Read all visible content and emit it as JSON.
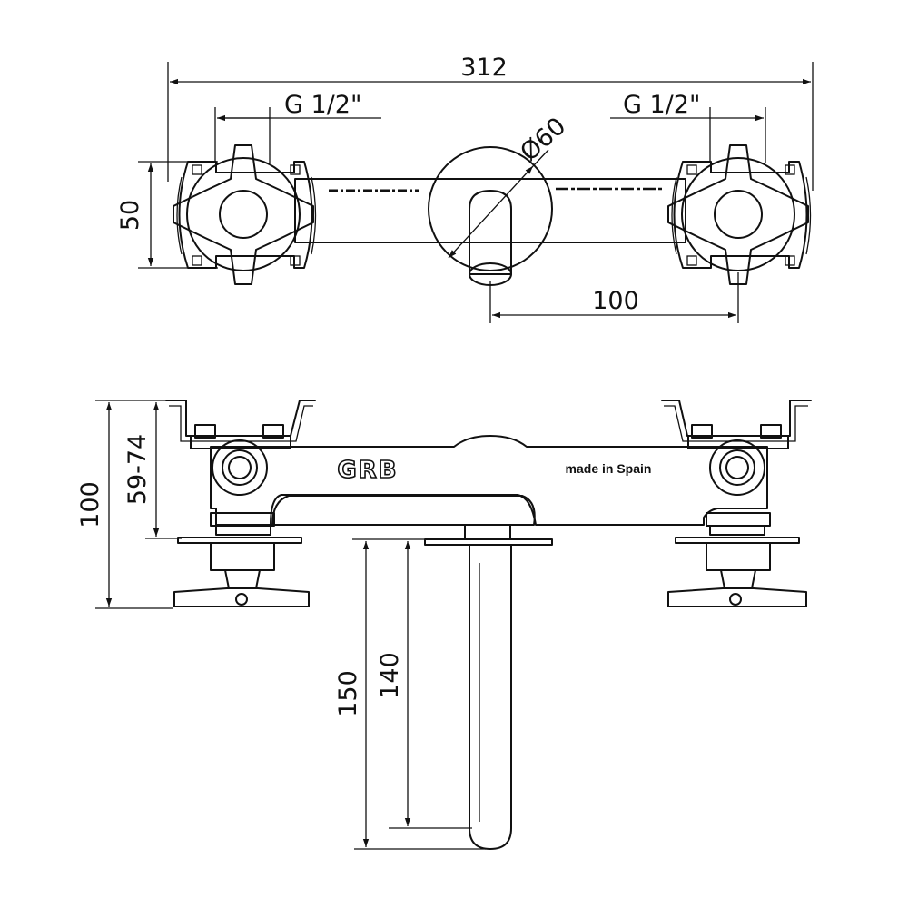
{
  "top_view": {
    "overall_width": "312",
    "inlet_left": "G 1/2\"",
    "inlet_right": "G 1/2\"",
    "depth": "50",
    "diameter": "Ø60",
    "spout_to_valve": "100"
  },
  "side_view": {
    "total_depth": "100",
    "install_range": "59-74",
    "spout_length_outer": "150",
    "spout_length_inner": "140",
    "brand": "GRB",
    "origin": "made in Spain"
  }
}
